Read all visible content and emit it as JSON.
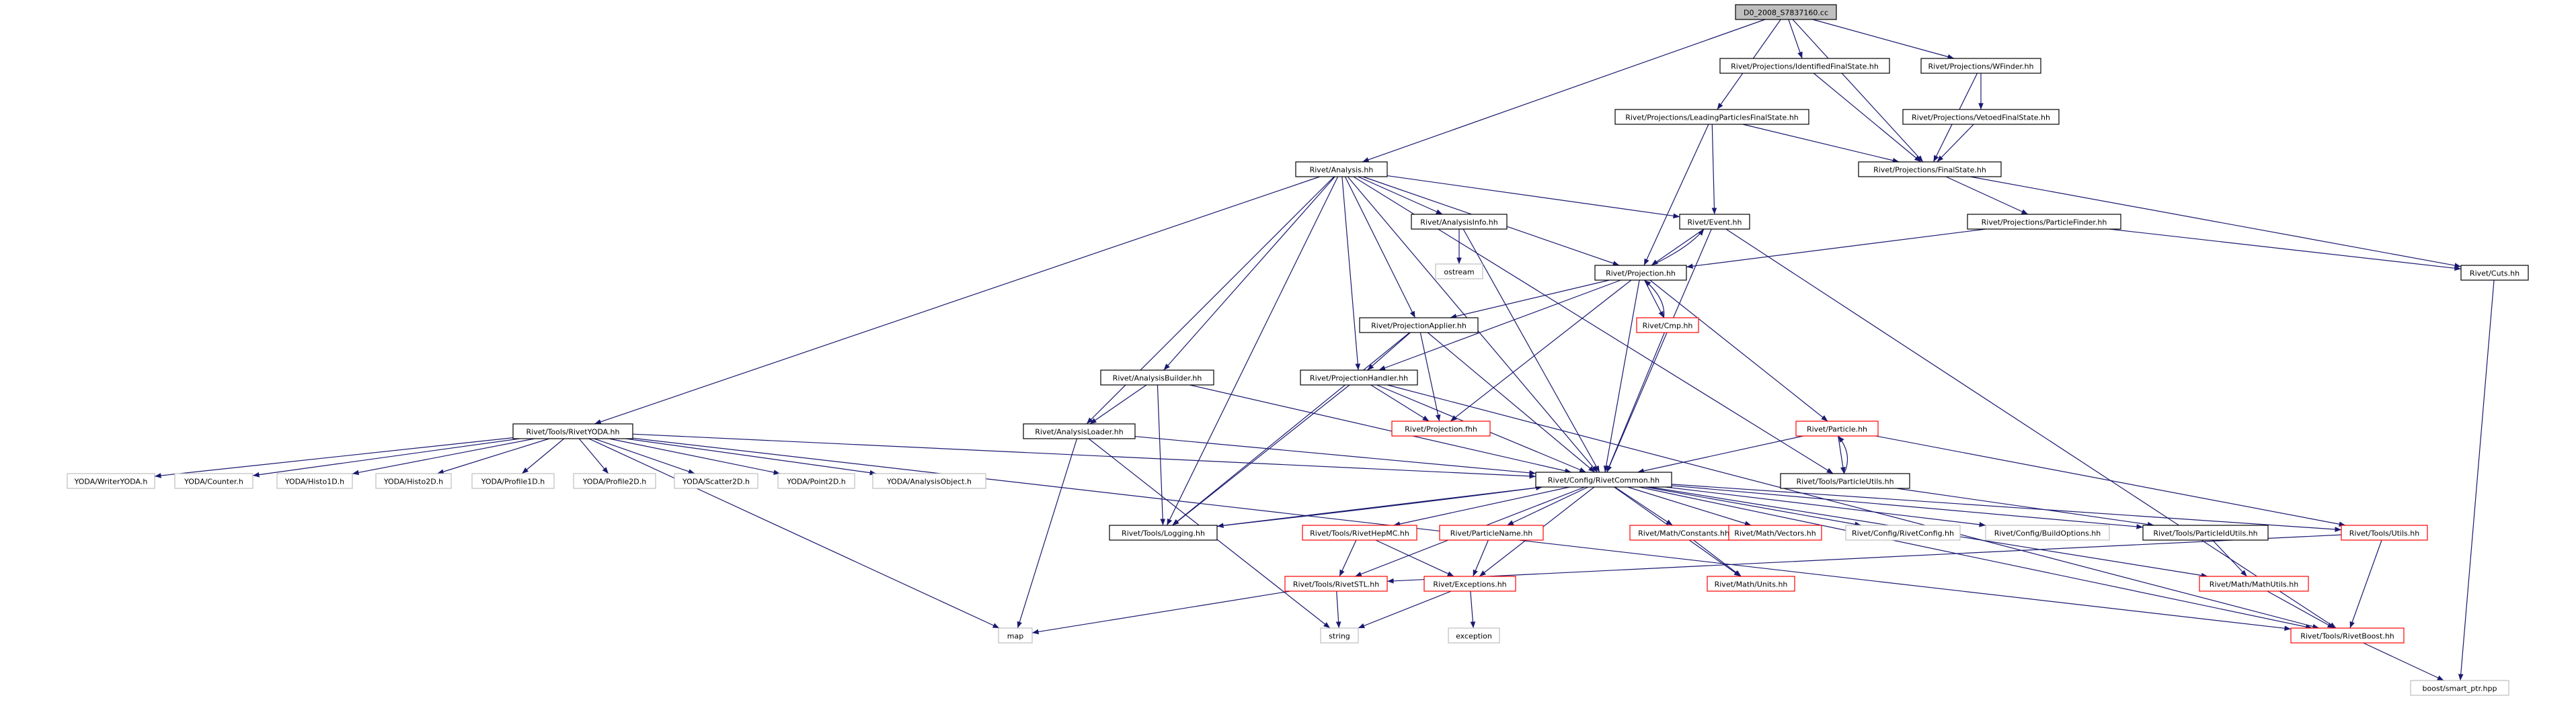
{
  "graph_title": "D0_2008_S7837160.cc",
  "colors": {
    "edge": "#191970",
    "border_normal": "#000000",
    "border_truncated": "#ff0000",
    "border_external": "#bfbfbf",
    "root_fill": "#bfbfbf"
  },
  "nodes": [
    {
      "id": "root",
      "label": "D0_2008_S7837160.cc",
      "kind": "root"
    },
    {
      "id": "idfs",
      "label": "Rivet/Projections/IdentifiedFinalState.hh",
      "kind": "normal"
    },
    {
      "id": "wfinder",
      "label": "Rivet/Projections/WFinder.hh",
      "kind": "normal"
    },
    {
      "id": "lpfs",
      "label": "Rivet/Projections/LeadingParticlesFinalState.hh",
      "kind": "normal"
    },
    {
      "id": "vetoed",
      "label": "Rivet/Projections/VetoedFinalState.hh",
      "kind": "normal"
    },
    {
      "id": "analysis",
      "label": "Rivet/Analysis.hh",
      "kind": "normal"
    },
    {
      "id": "finalstate",
      "label": "Rivet/Projections/FinalState.hh",
      "kind": "normal"
    },
    {
      "id": "event",
      "label": "Rivet/Event.hh",
      "kind": "normal"
    },
    {
      "id": "analysisinfo",
      "label": "Rivet/AnalysisInfo.hh",
      "kind": "normal"
    },
    {
      "id": "pfinder",
      "label": "Rivet/Projections/ParticleFinder.hh",
      "kind": "normal"
    },
    {
      "id": "ostream",
      "label": "ostream",
      "kind": "external"
    },
    {
      "id": "projection",
      "label": "Rivet/Projection.hh",
      "kind": "normal"
    },
    {
      "id": "cuts",
      "label": "Rivet/Cuts.hh",
      "kind": "normal"
    },
    {
      "id": "projapplier",
      "label": "Rivet/ProjectionApplier.hh",
      "kind": "normal"
    },
    {
      "id": "cmp",
      "label": "Rivet/Cmp.hh",
      "kind": "truncated"
    },
    {
      "id": "abuilder",
      "label": "Rivet/AnalysisBuilder.hh",
      "kind": "normal"
    },
    {
      "id": "projhandler",
      "label": "Rivet/ProjectionHandler.hh",
      "kind": "normal"
    },
    {
      "id": "projfhh",
      "label": "Rivet/Projection.fhh",
      "kind": "truncated"
    },
    {
      "id": "particle",
      "label": "Rivet/Particle.hh",
      "kind": "truncated"
    },
    {
      "id": "rivetyoda",
      "label": "Rivet/Tools/RivetYODA.hh",
      "kind": "normal"
    },
    {
      "id": "aloader",
      "label": "Rivet/AnalysisLoader.hh",
      "kind": "normal"
    },
    {
      "id": "rivetcommon",
      "label": "Rivet/Config/RivetCommon.hh",
      "kind": "normal"
    },
    {
      "id": "particleutils",
      "label": "Rivet/Tools/ParticleUtils.hh",
      "kind": "normal"
    },
    {
      "id": "writeryoda",
      "label": "YODA/WriterYODA.h",
      "kind": "external"
    },
    {
      "id": "counter",
      "label": "YODA/Counter.h",
      "kind": "external"
    },
    {
      "id": "histo1d",
      "label": "YODA/Histo1D.h",
      "kind": "external"
    },
    {
      "id": "histo2d",
      "label": "YODA/Histo2D.h",
      "kind": "external"
    },
    {
      "id": "profile1d",
      "label": "YODA/Profile1D.h",
      "kind": "external"
    },
    {
      "id": "profile2d",
      "label": "YODA/Profile2D.h",
      "kind": "external"
    },
    {
      "id": "scatter2d",
      "label": "YODA/Scatter2D.h",
      "kind": "external"
    },
    {
      "id": "point2d",
      "label": "YODA/Point2D.h",
      "kind": "external"
    },
    {
      "id": "analysisobject",
      "label": "YODA/AnalysisObject.h",
      "kind": "external"
    },
    {
      "id": "logging",
      "label": "Rivet/Tools/Logging.hh",
      "kind": "normal"
    },
    {
      "id": "rivethepmc",
      "label": "Rivet/Tools/RivetHepMC.hh",
      "kind": "truncated"
    },
    {
      "id": "particlename",
      "label": "Rivet/ParticleName.hh",
      "kind": "truncated"
    },
    {
      "id": "constants",
      "label": "Rivet/Math/Constants.hh",
      "kind": "truncated"
    },
    {
      "id": "vectors",
      "label": "Rivet/Math/Vectors.hh",
      "kind": "truncated"
    },
    {
      "id": "rivetconfig",
      "label": "Rivet/Config/RivetConfig.hh",
      "kind": "external"
    },
    {
      "id": "buildoptions",
      "label": "Rivet/Config/BuildOptions.hh",
      "kind": "external"
    },
    {
      "id": "pidutils",
      "label": "Rivet/Tools/ParticleIdUtils.hh",
      "kind": "normal"
    },
    {
      "id": "utils",
      "label": "Rivet/Tools/Utils.hh",
      "kind": "truncated"
    },
    {
      "id": "units",
      "label": "Rivet/Math/Units.hh",
      "kind": "truncated"
    },
    {
      "id": "mathutils",
      "label": "Rivet/Math/MathUtils.hh",
      "kind": "truncated"
    },
    {
      "id": "rivetstl",
      "label": "Rivet/Tools/RivetSTL.hh",
      "kind": "truncated"
    },
    {
      "id": "exceptions",
      "label": "Rivet/Exceptions.hh",
      "kind": "truncated"
    },
    {
      "id": "map",
      "label": "map",
      "kind": "external"
    },
    {
      "id": "string",
      "label": "string",
      "kind": "external"
    },
    {
      "id": "exception",
      "label": "exception",
      "kind": "external"
    },
    {
      "id": "rivetboost",
      "label": "Rivet/Tools/RivetBoost.hh",
      "kind": "truncated"
    },
    {
      "id": "smartptr",
      "label": "boost/smart_ptr.hpp",
      "kind": "external"
    }
  ],
  "edges": [
    [
      "root",
      "idfs"
    ],
    [
      "root",
      "wfinder"
    ],
    [
      "root",
      "lpfs"
    ],
    [
      "root",
      "analysis"
    ],
    [
      "root",
      "finalstate"
    ],
    [
      "wfinder",
      "vetoed"
    ],
    [
      "wfinder",
      "finalstate"
    ],
    [
      "idfs",
      "finalstate"
    ],
    [
      "lpfs",
      "finalstate"
    ],
    [
      "lpfs",
      "event"
    ],
    [
      "lpfs",
      "projection"
    ],
    [
      "vetoed",
      "finalstate"
    ],
    [
      "finalstate",
      "pfinder"
    ],
    [
      "finalstate",
      "cuts"
    ],
    [
      "pfinder",
      "projection"
    ],
    [
      "pfinder",
      "cuts"
    ],
    [
      "analysis",
      "event"
    ],
    [
      "analysis",
      "analysisinfo"
    ],
    [
      "analysis",
      "projection"
    ],
    [
      "analysis",
      "projapplier"
    ],
    [
      "analysis",
      "abuilder"
    ],
    [
      "analysis",
      "projhandler"
    ],
    [
      "analysis",
      "aloader"
    ],
    [
      "analysis",
      "rivetyoda"
    ],
    [
      "analysis",
      "rivetcommon"
    ],
    [
      "analysis",
      "particleutils"
    ],
    [
      "analysis",
      "logging"
    ],
    [
      "analysisinfo",
      "ostream"
    ],
    [
      "analysisinfo",
      "rivetcommon"
    ],
    [
      "event",
      "projection"
    ],
    [
      "event",
      "rivetcommon"
    ],
    [
      "event",
      "rivetboost"
    ],
    [
      "projection",
      "event"
    ],
    [
      "projection",
      "cmp"
    ],
    [
      "projection",
      "projapplier"
    ],
    [
      "projection",
      "projhandler"
    ],
    [
      "projection",
      "projfhh"
    ],
    [
      "projection",
      "particle"
    ],
    [
      "projection",
      "rivetcommon"
    ],
    [
      "cmp",
      "projection"
    ],
    [
      "cmp",
      "rivetcommon"
    ],
    [
      "cuts",
      "smartptr"
    ],
    [
      "projapplier",
      "projhandler"
    ],
    [
      "projapplier",
      "projfhh"
    ],
    [
      "projapplier",
      "rivetcommon"
    ],
    [
      "projapplier",
      "logging"
    ],
    [
      "abuilder",
      "aloader"
    ],
    [
      "abuilder",
      "rivetcommon"
    ],
    [
      "abuilder",
      "logging"
    ],
    [
      "projhandler",
      "projfhh"
    ],
    [
      "projhandler",
      "rivetcommon"
    ],
    [
      "projhandler",
      "logging"
    ],
    [
      "projhandler",
      "rivetboost"
    ],
    [
      "particle",
      "rivetcommon"
    ],
    [
      "particle",
      "particleutils"
    ],
    [
      "particle",
      "utils"
    ],
    [
      "particleutils",
      "particle"
    ],
    [
      "particleutils",
      "pidutils"
    ],
    [
      "aloader",
      "rivetcommon"
    ],
    [
      "aloader",
      "map"
    ],
    [
      "aloader",
      "string"
    ],
    [
      "rivetyoda",
      "writeryoda"
    ],
    [
      "rivetyoda",
      "counter"
    ],
    [
      "rivetyoda",
      "histo1d"
    ],
    [
      "rivetyoda",
      "histo2d"
    ],
    [
      "rivetyoda",
      "profile1d"
    ],
    [
      "rivetyoda",
      "profile2d"
    ],
    [
      "rivetyoda",
      "scatter2d"
    ],
    [
      "rivetyoda",
      "point2d"
    ],
    [
      "rivetyoda",
      "analysisobject"
    ],
    [
      "rivetyoda",
      "rivetcommon"
    ],
    [
      "rivetyoda",
      "map"
    ],
    [
      "rivetyoda",
      "rivetboost"
    ],
    [
      "rivetcommon",
      "logging"
    ],
    [
      "rivetcommon",
      "rivethepmc"
    ],
    [
      "rivetcommon",
      "particlename"
    ],
    [
      "rivetcommon",
      "constants"
    ],
    [
      "rivetcommon",
      "vectors"
    ],
    [
      "rivetcommon",
      "rivetconfig"
    ],
    [
      "rivetcommon",
      "buildoptions"
    ],
    [
      "rivetcommon",
      "pidutils"
    ],
    [
      "rivetcommon",
      "utils"
    ],
    [
      "rivetcommon",
      "rivetstl"
    ],
    [
      "rivetcommon",
      "exceptions"
    ],
    [
      "rivetcommon",
      "units"
    ],
    [
      "rivetcommon",
      "mathutils"
    ],
    [
      "rivetcommon",
      "rivetboost"
    ],
    [
      "logging",
      "rivetcommon"
    ],
    [
      "rivethepmc",
      "rivetstl"
    ],
    [
      "rivethepmc",
      "exceptions"
    ],
    [
      "particlename",
      "exceptions"
    ],
    [
      "constants",
      "units"
    ],
    [
      "pidutils",
      "mathutils"
    ],
    [
      "utils",
      "rivetstl"
    ],
    [
      "utils",
      "rivetboost"
    ],
    [
      "mathutils",
      "rivetboost"
    ],
    [
      "rivetstl",
      "map"
    ],
    [
      "rivetstl",
      "string"
    ],
    [
      "exceptions",
      "string"
    ],
    [
      "exceptions",
      "exception"
    ],
    [
      "rivetboost",
      "smartptr"
    ]
  ]
}
